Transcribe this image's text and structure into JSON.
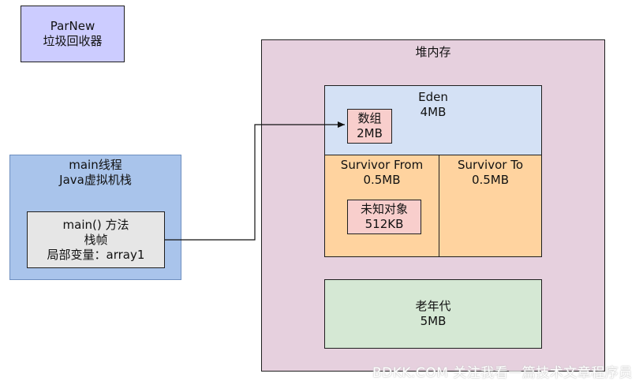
{
  "gc_box": {
    "line1": "ParNew",
    "line2": "垃圾回收器"
  },
  "thread_stack": {
    "line1": "main线程",
    "line2": "Java虚拟机栈",
    "frame": {
      "line1": "main() 方法",
      "line2": "栈帧",
      "line3": "局部变量：array1"
    }
  },
  "heap": {
    "title": "堆内存",
    "eden": {
      "line1": "Eden",
      "line2": "4MB",
      "array_obj": {
        "line1": "数组",
        "line2": "2MB"
      }
    },
    "survivor_from": {
      "line1": "Survivor From",
      "line2": "0.5MB",
      "unknown_obj": {
        "line1": "未知对象",
        "line2": "512KB"
      }
    },
    "survivor_to": {
      "line1": "Survivor To",
      "line2": "0.5MB"
    },
    "old_gen": {
      "line1": "老年代",
      "line2": "5MB"
    }
  },
  "watermark": "BDKK.COM 关注我看一篇技术文章程序员",
  "colors": {
    "gc": "#ccccff",
    "stack": "#a9c4eb",
    "frame": "#e6e6e6",
    "heap": "#e6d0de",
    "eden": "#d4e1f5",
    "survivor": "#ffd39f",
    "object": "#f8cecc",
    "old_gen": "#d5e8d4"
  }
}
